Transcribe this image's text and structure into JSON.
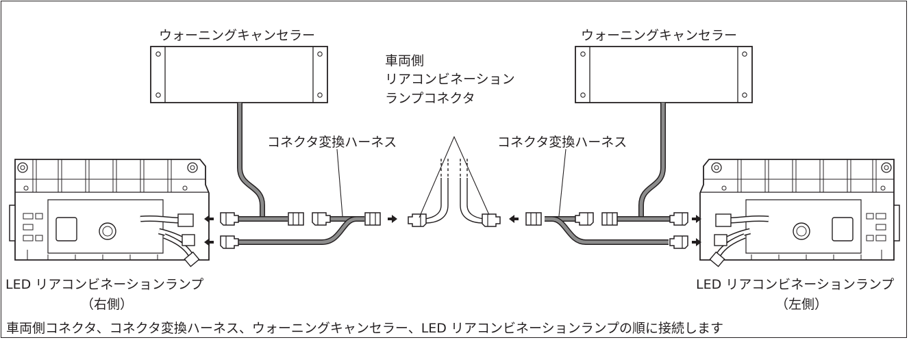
{
  "labels": {
    "canceller_left": "ウォーニングキャンセラー",
    "canceller_right": "ウォーニングキャンセラー",
    "vehicle_connector_lines": [
      "車両側",
      "リアコンビネーション",
      "ランプコネクタ"
    ],
    "harness_left": "コネクタ変換ハーネス",
    "harness_right": "コネクタ変換ハーネス",
    "lamp_left_name": "LED リアコンビネーションランプ",
    "lamp_left_side": "（右側）",
    "lamp_right_name": "LED リアコンビネーションランプ",
    "lamp_right_side": "（左側）"
  },
  "caption": "車両側コネクタ、コネクタ変換ハーネス、ウォーニングキャンセラー、LED リアコンビネーションランプの順に接続します",
  "colors": {
    "line": "#231f20",
    "cable": "#8c8c8c",
    "fill": "#ffffff"
  }
}
